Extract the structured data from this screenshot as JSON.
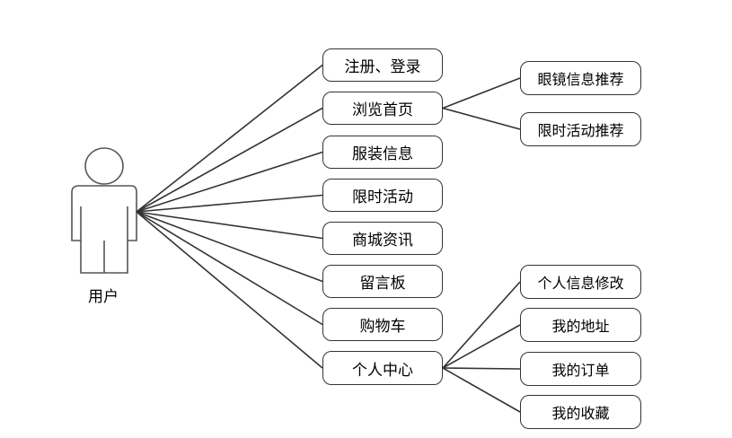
{
  "actor": {
    "label": "用户",
    "icon": "person-icon"
  },
  "functions": [
    {
      "label": "注册、登录"
    },
    {
      "label": "浏览首页",
      "children": [
        {
          "label": "眼镜信息推荐"
        },
        {
          "label": "限时活动推荐"
        }
      ]
    },
    {
      "label": "服装信息"
    },
    {
      "label": "限时活动"
    },
    {
      "label": "商城资讯"
    },
    {
      "label": "留言板"
    },
    {
      "label": "购物车"
    },
    {
      "label": "个人中心",
      "children": [
        {
          "label": "个人信息修改"
        },
        {
          "label": "我的地址"
        },
        {
          "label": "我的订单"
        },
        {
          "label": "我的收藏"
        }
      ]
    }
  ],
  "colors": {
    "stroke": "#333333",
    "background": "#ffffff"
  }
}
